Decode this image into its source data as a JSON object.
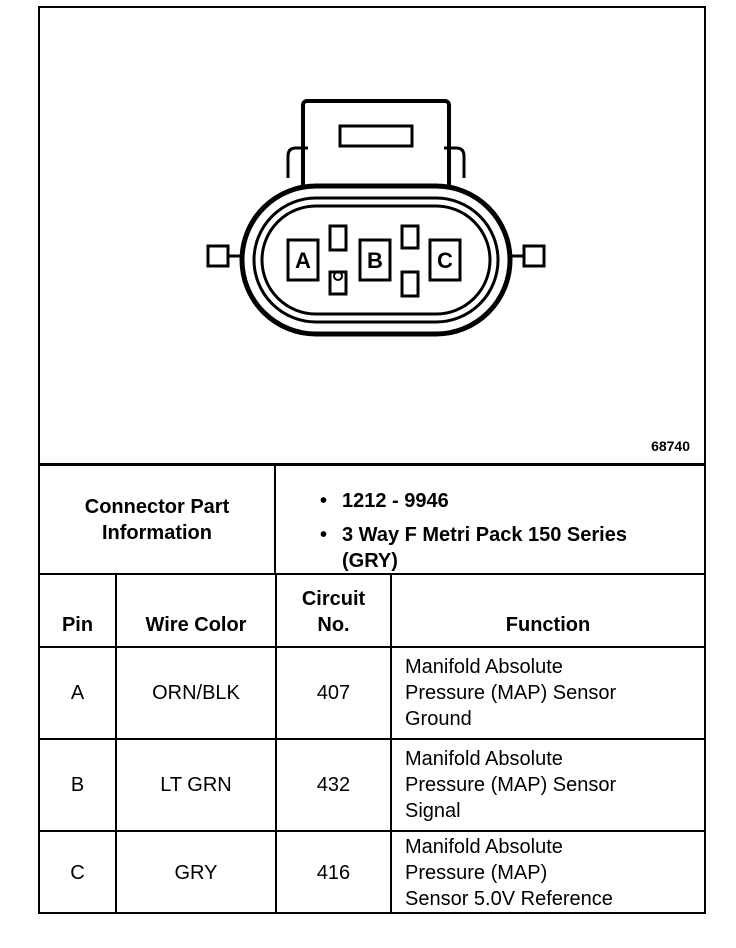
{
  "figure": {
    "id": "68740",
    "pins": [
      "A",
      "B",
      "C"
    ]
  },
  "part": {
    "label_line1": "Connector Part",
    "label_line2": "Information",
    "bullets": [
      "1212 - 9946",
      "3 Way F Metri Pack 150 Series (GRY)"
    ]
  },
  "table": {
    "headers": {
      "pin": "Pin",
      "wire_color": "Wire Color",
      "circuit_line1": "Circuit",
      "circuit_line2": "No.",
      "function": "Function"
    },
    "rows": [
      {
        "pin": "A",
        "wire_color": "ORN/BLK",
        "circuit": "407",
        "function": [
          "Manifold Absolute",
          "Pressure (MAP) Sensor",
          "Ground"
        ]
      },
      {
        "pin": "B",
        "wire_color": "LT GRN",
        "circuit": "432",
        "function": [
          "Manifold Absolute",
          "Pressure (MAP) Sensor",
          "Signal"
        ]
      },
      {
        "pin": "C",
        "wire_color": "GRY",
        "circuit": "416",
        "function": [
          "Manifold Absolute",
          "Pressure (MAP)",
          "Sensor 5.0V Reference"
        ]
      }
    ]
  }
}
